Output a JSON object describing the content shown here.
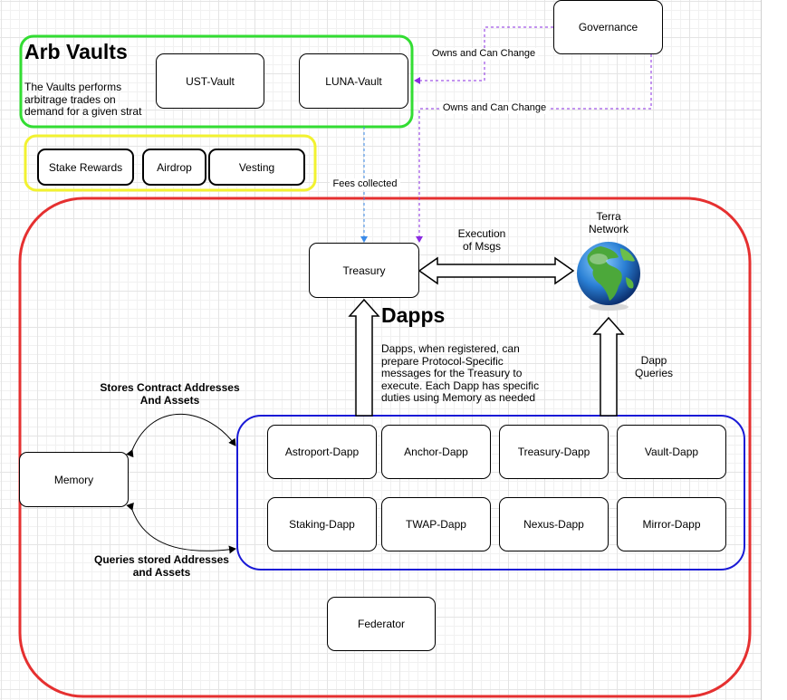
{
  "arb_vaults": {
    "title": "Arb Vaults",
    "description": "The Vaults performs arbitrage trades on demand for a given strat",
    "ust_vault": "UST-Vault",
    "luna_vault": "LUNA-Vault"
  },
  "yellow_group": {
    "stake_rewards": "Stake Rewards",
    "airdrop": "Airdrop",
    "vesting": "Vesting"
  },
  "governance": "Governance",
  "labels": {
    "owns_change_1": "Owns and Can Change",
    "owns_change_2": "Owns and Can Change",
    "fees_collected": "Fees collected",
    "execution_line1": "Execution",
    "execution_line2": "of Msgs",
    "terra_line1": "Terra",
    "terra_line2": "Network",
    "dapp_queries_line1": "Dapp",
    "dapp_queries_line2": "Queries",
    "stores_line1": "Stores Contract Addresses",
    "stores_line2": "And Assets",
    "queries_line1": "Queries stored Addresses",
    "queries_line2": "and Assets"
  },
  "treasury": "Treasury",
  "dapps": {
    "title": "Dapps",
    "description_lines": [
      "Dapps, when registered, can",
      "prepare Protocol-Specific",
      "messages for the Treasury to",
      "execute. Each Dapp has specific",
      "duties using Memory as needed"
    ],
    "items": [
      "Astroport-Dapp",
      "Anchor-Dapp",
      "Treasury-Dapp",
      "Vault-Dapp",
      "Staking-Dapp",
      "TWAP-Dapp",
      "Nexus-Dapp",
      "Mirror-Dapp"
    ]
  },
  "memory": "Memory",
  "federator": "Federator",
  "colors": {
    "arb_border": "#33dd33",
    "yellow_border": "#f2f230",
    "red_border": "#e53030",
    "blue_border": "#1a1ad6",
    "fees_arrow": "#3a8ae8",
    "gov_arrow": "#8a2be2"
  },
  "icons": {
    "terra_network": "globe-icon"
  }
}
